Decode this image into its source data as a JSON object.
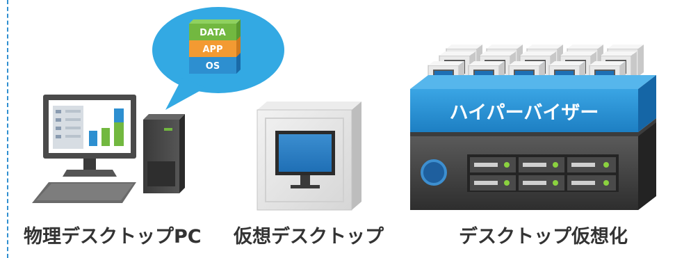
{
  "stack_layers": [
    "DATA",
    "APP",
    "OS"
  ],
  "hypervisor_label": "ハイパーバイザー",
  "captions": {
    "physical_pc": "物理デスクトップPC",
    "virtual_desktop": "仮想デスクトップ",
    "desktop_virtualization": "デスクトップ仮想化"
  },
  "colors": {
    "data_layer": "#72b840",
    "app_layer": "#f39a32",
    "os_layer": "#2d8fd0",
    "speech_bubble": "#33a9e3",
    "hypervisor_band": "#2b95d6",
    "dashed_divider": "#2f8fd0"
  }
}
